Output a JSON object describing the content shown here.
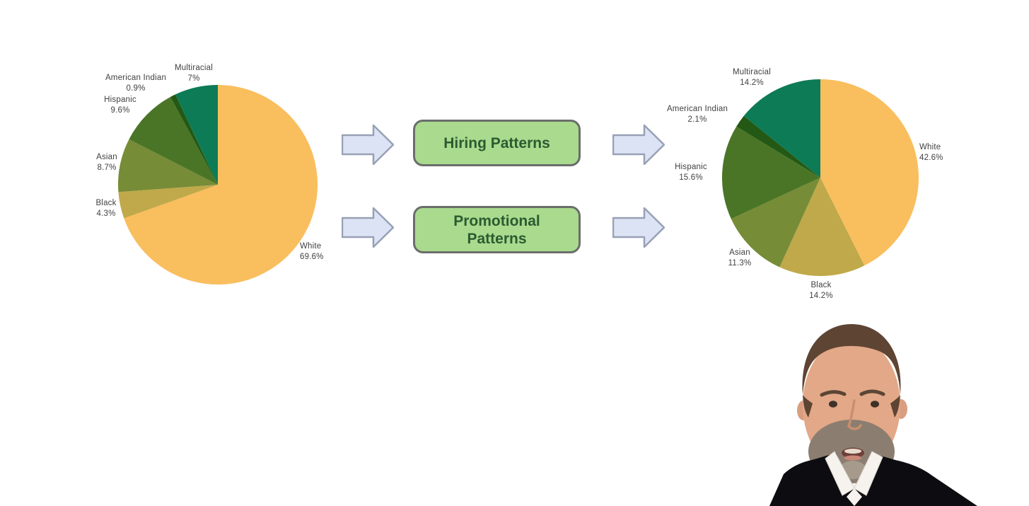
{
  "slide": {
    "background_color": "#FFFFFF"
  },
  "chart_data": [
    {
      "type": "pie",
      "name": "left-demographics-pie",
      "start_angle": "top",
      "direction": "clockwise",
      "label_position": "outside",
      "slices": [
        {
          "label": "White",
          "value": 69.6,
          "pct": "69.6%",
          "color": "#F9BE5E"
        },
        {
          "label": "Black",
          "value": 4.3,
          "pct": "4.3%",
          "color": "#C0A94A"
        },
        {
          "label": "Asian",
          "value": 8.7,
          "pct": "8.7%",
          "color": "#778C36"
        },
        {
          "label": "Hispanic",
          "value": 9.6,
          "pct": "9.6%",
          "color": "#4A7526"
        },
        {
          "label": "American Indian",
          "value": 0.9,
          "pct": "0.9%",
          "color": "#235914"
        },
        {
          "label": "Multiracial",
          "value": 7.0,
          "pct": "7%",
          "color": "#0D7B56"
        }
      ]
    },
    {
      "type": "pie",
      "name": "right-demographics-pie",
      "start_angle": "top",
      "direction": "clockwise",
      "label_position": "outside",
      "slices": [
        {
          "label": "White",
          "value": 42.6,
          "pct": "42.6%",
          "color": "#F9BE5E"
        },
        {
          "label": "Black",
          "value": 14.2,
          "pct": "14.2%",
          "color": "#C0A94A"
        },
        {
          "label": "Asian",
          "value": 11.3,
          "pct": "11.3%",
          "color": "#778C36"
        },
        {
          "label": "Hispanic",
          "value": 15.6,
          "pct": "15.6%",
          "color": "#4A7526"
        },
        {
          "label": "American Indian",
          "value": 2.1,
          "pct": "2.1%",
          "color": "#235914"
        },
        {
          "label": "Multiracial",
          "value": 14.2,
          "pct": "14.2%",
          "color": "#0D7B56"
        }
      ]
    }
  ],
  "flow": {
    "boxes": [
      {
        "label": "Hiring Patterns"
      },
      {
        "label": "Promotional Patterns"
      }
    ],
    "box_fill": "#A9DA8E",
    "box_border": "#6A6E6A",
    "box_text_color": "#2C5B30",
    "arrow_fill": "#DBE3F5",
    "arrow_stroke": "#98A1B5",
    "arrow_icon": "arrow-right-icon"
  },
  "webcam": {
    "presenter_icon": "male-presenter-portrait"
  }
}
